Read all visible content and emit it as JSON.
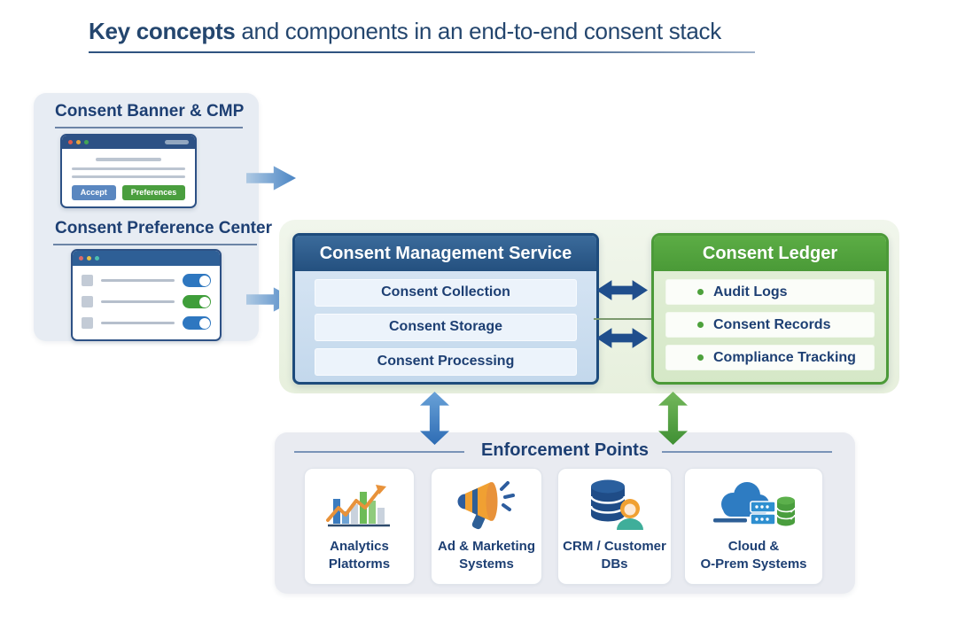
{
  "title": {
    "lead": "Key concepts",
    "rest": " and components in an end-to-end consent stack"
  },
  "left_panel": {
    "banner": {
      "heading": "Consent Banner & CMP",
      "accept_label": "Accept",
      "preferences_label": "Preferences"
    },
    "preference_center": {
      "heading": "Consent Preference Center",
      "toggles": [
        {
          "name": "toggle-1",
          "color": "blue",
          "state": "on"
        },
        {
          "name": "toggle-2",
          "color": "green",
          "state": "on"
        },
        {
          "name": "toggle-3",
          "color": "blue",
          "state": "on"
        }
      ]
    }
  },
  "cms": {
    "title": "Consent Management Service",
    "rows": [
      "Consent Collection",
      "Consent Storage",
      "Consent Processing"
    ]
  },
  "ledger": {
    "title": "Consent Ledger",
    "rows": [
      "Audit Logs",
      "Consent Records",
      "Compliance Tracking"
    ]
  },
  "enforcement": {
    "title": "Enforcement Points",
    "cards": [
      {
        "line1": "Analytics",
        "line2": "Plattorms",
        "icon": "bar-chart-trend-icon"
      },
      {
        "line1": "Ad & Marketing",
        "line2": "Systems",
        "icon": "megaphone-icon"
      },
      {
        "line1": "CRM / Customer",
        "line2": "DBs",
        "icon": "database-user-icon"
      },
      {
        "line1": "Cloud &",
        "line2": "O-Prem Systems",
        "icon": "cloud-servers-icon"
      }
    ]
  },
  "colors": {
    "accent_navy": "#1d3f73",
    "cms_header_blue": "#2a5b8e",
    "ledger_green": "#4c9a39",
    "double_arrow_blue": "#1f4e8c",
    "vertical_arrow_green": "#3f8f33",
    "flow_arrow_blue": "#4a85c4",
    "left_panel_bg": "#e7ecf3",
    "enforcement_panel_bg": "#e9ebf1",
    "glow_green_bg": "#edf4e5",
    "accept_button": "#5a87c0",
    "preferences_button": "#4a9e3e",
    "toggle_blue": "#2e77c0",
    "toggle_green": "#3f9e3a"
  }
}
